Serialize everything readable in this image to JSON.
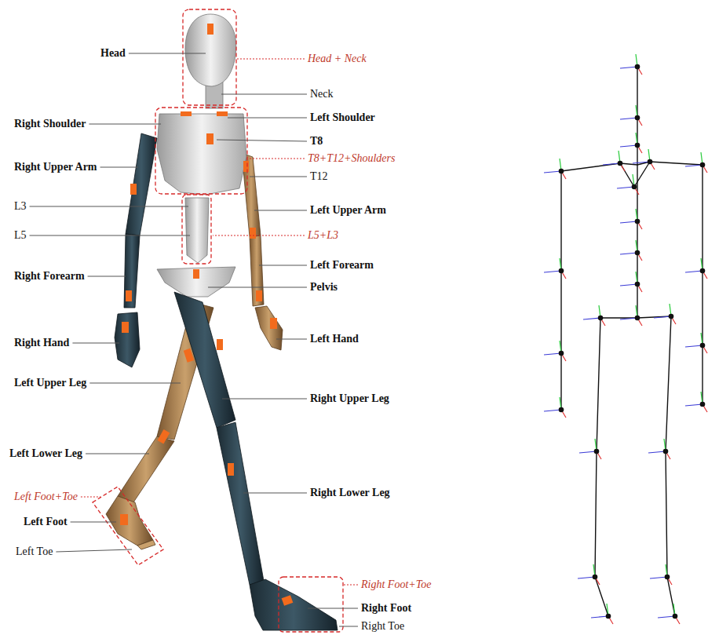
{
  "diagram": {
    "labels": [
      "Head",
      "Head + Neck",
      "Neck",
      "Right Shoulder",
      "Left Shoulder",
      "T8",
      "T8+T12+Shoulders",
      "Right Upper Arm",
      "T12",
      "L3",
      "Left Upper Arm",
      "L5",
      "L5+L3",
      "Right Forearm",
      "Left Forearm",
      "Pelvis",
      "Right Hand",
      "Left Hand",
      "Left Upper Leg",
      "Right Upper Leg",
      "Left Lower Leg",
      "Left Foot+Toe",
      "Right Lower Leg",
      "Left Foot",
      "Left Toe",
      "Right Foot+Toe",
      "Right Foot",
      "Right Toe"
    ]
  }
}
